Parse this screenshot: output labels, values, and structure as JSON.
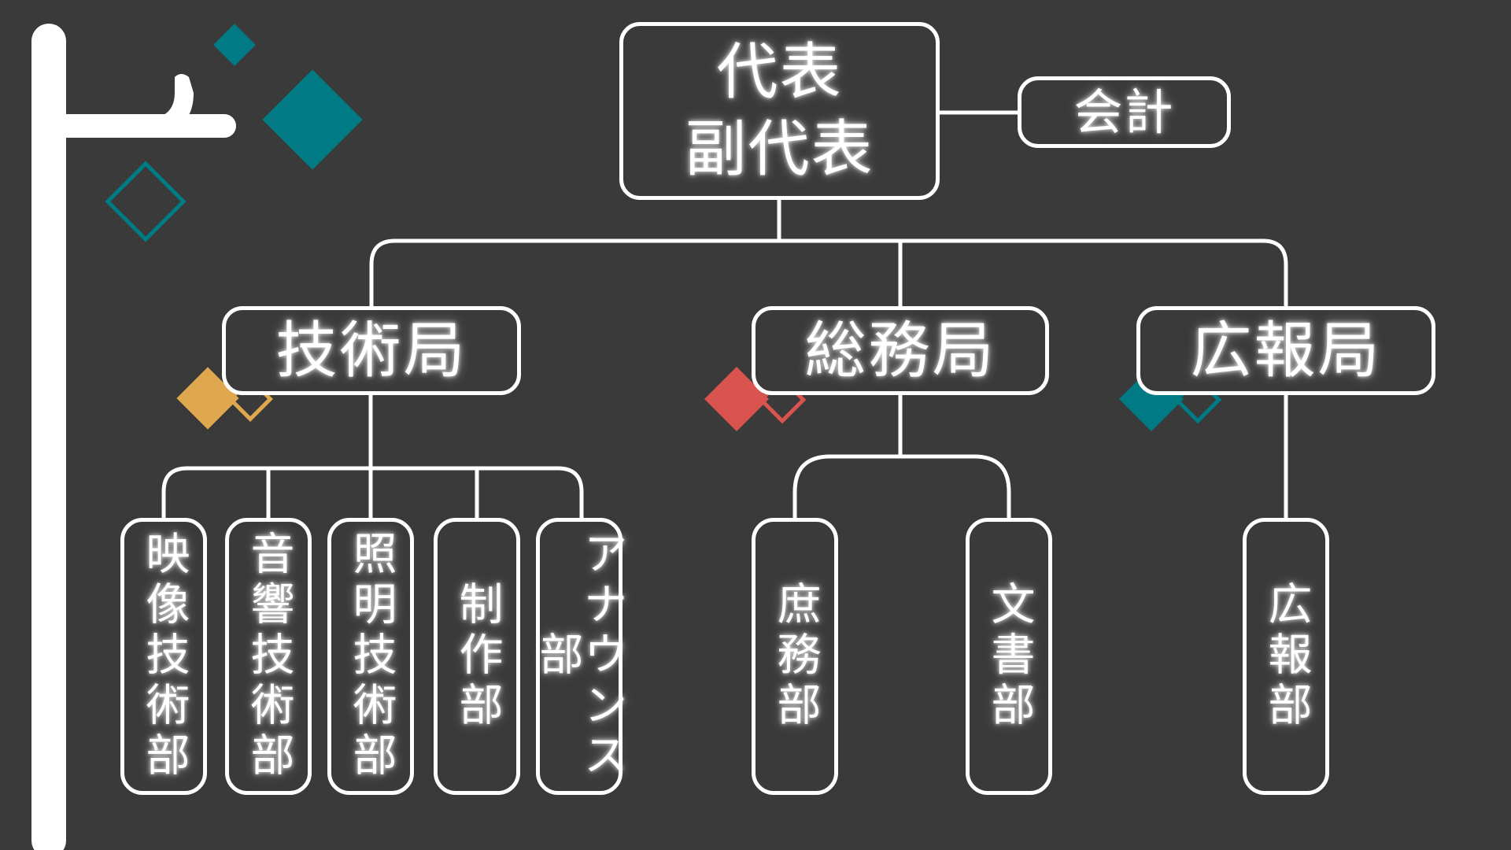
{
  "top": {
    "label": "代表\n副代表"
  },
  "accounting": {
    "label": "会計"
  },
  "bureaus": [
    {
      "label": "技術局",
      "accent": "#e0a84e"
    },
    {
      "label": "総務局",
      "accent": "#d9534f"
    },
    {
      "label": "広報局",
      "accent": "#007a85"
    }
  ],
  "departments": {
    "tech": [
      "映像技術部",
      "音響技術部",
      "照明技術部",
      "制作部",
      "アナウンス部"
    ],
    "general": [
      "庶務部",
      "文書部"
    ],
    "pr": [
      "広報部"
    ]
  },
  "colors": {
    "background": "#393a39",
    "line": "#ffffff",
    "teal": "#007a85",
    "orange": "#e0a84e",
    "red": "#d9534f"
  },
  "decorations": [
    "branch-pole",
    "teal-diamond-small",
    "teal-diamond-large",
    "teal-diamond-outline"
  ]
}
